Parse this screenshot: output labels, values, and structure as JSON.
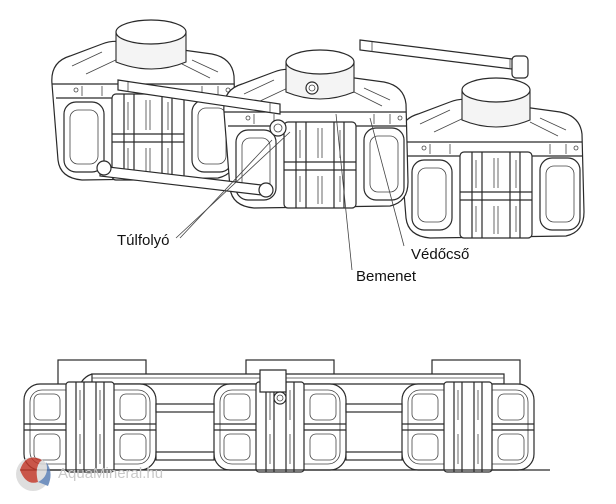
{
  "labels": {
    "overflow": "Túlfolyó",
    "protective_pipe": "Védőcső",
    "inlet": "Bemenet"
  },
  "watermark": {
    "text": "AquaMineral.hu",
    "logo_colors": [
      "#c0392b",
      "#5b7fb5",
      "#d9d9d9"
    ]
  },
  "colors": {
    "line": "#2a2a2a",
    "background": "#ffffff"
  }
}
